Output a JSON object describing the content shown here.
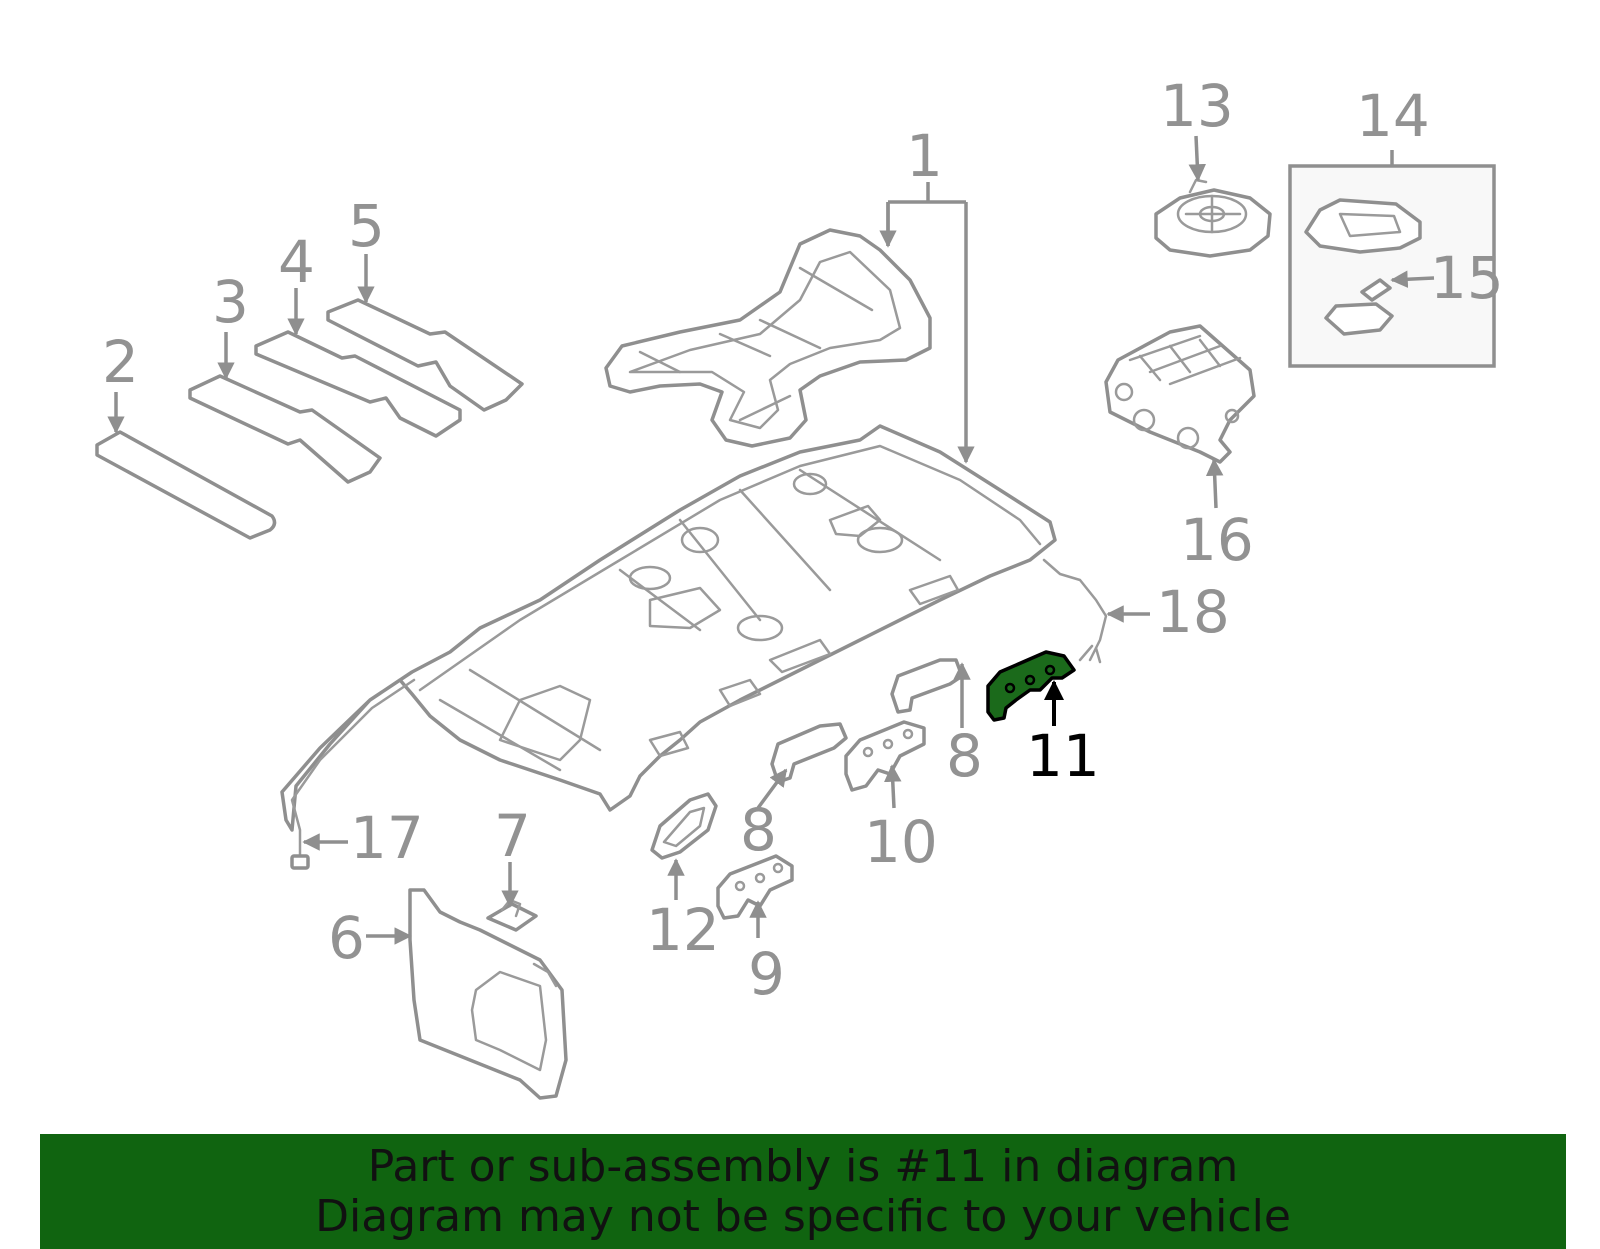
{
  "diagram": {
    "callouts": {
      "c1": "1",
      "c2": "2",
      "c3": "3",
      "c4": "4",
      "c5": "5",
      "c6": "6",
      "c7": "7",
      "c8a": "8",
      "c8b": "8",
      "c9": "9",
      "c10": "10",
      "c11": "11",
      "c12": "12",
      "c13": "13",
      "c14": "14",
      "c15": "15",
      "c16": "16",
      "c17": "17",
      "c18": "18"
    },
    "highlight_part": "11",
    "highlight_color": "#1b6a1b",
    "part_color": "#8f8f8f"
  },
  "banner": {
    "line1": "Part or sub-assembly is #11 in diagram",
    "line2": "Diagram may not be specific to your vehicle",
    "color": "#106410"
  }
}
